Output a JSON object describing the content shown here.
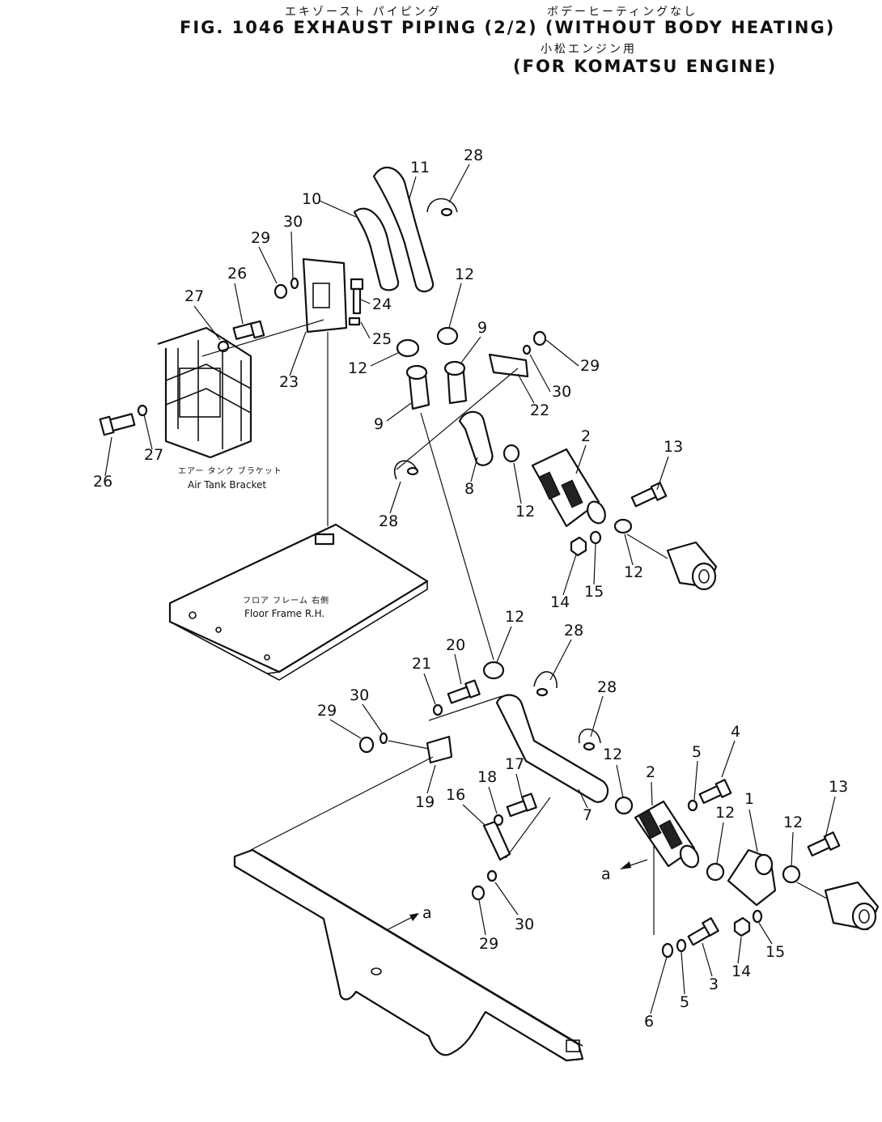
{
  "header": {
    "jp_line1_left": "エキゾースト パイピング",
    "jp_line1_right": "ボデーヒーティングなし",
    "title": "FIG. 1046  EXHAUST PIPING (2/2) (WITHOUT BODY HEATING)",
    "jp_line2": "小松エンジン用",
    "subtitle": "(FOR KOMATSU ENGINE)"
  },
  "labels": {
    "air_tank_bracket_jp": "エアー タンク ブラケット",
    "air_tank_bracket_en": "Air Tank Bracket",
    "floor_frame_jp": "フロア フレーム 右側",
    "floor_frame_en": "Floor Frame R.H."
  },
  "callouts": [
    {
      "id": "c28a",
      "text": "28"
    },
    {
      "id": "c11",
      "text": "11"
    },
    {
      "id": "c10",
      "text": "10"
    },
    {
      "id": "c30a",
      "text": "30"
    },
    {
      "id": "c29a",
      "text": "29"
    },
    {
      "id": "c26a",
      "text": "26"
    },
    {
      "id": "c27a",
      "text": "27"
    },
    {
      "id": "c24",
      "text": "24"
    },
    {
      "id": "c12a",
      "text": "12"
    },
    {
      "id": "c25",
      "text": "25"
    },
    {
      "id": "c9a",
      "text": "9"
    },
    {
      "id": "c12b",
      "text": "12"
    },
    {
      "id": "c29b",
      "text": "29"
    },
    {
      "id": "c23",
      "text": "23"
    },
    {
      "id": "c30b",
      "text": "30"
    },
    {
      "id": "c22",
      "text": "22"
    },
    {
      "id": "c9b",
      "text": "9"
    },
    {
      "id": "c27b",
      "text": "27"
    },
    {
      "id": "c26b",
      "text": "26"
    },
    {
      "id": "c2a",
      "text": "2"
    },
    {
      "id": "c13a",
      "text": "13"
    },
    {
      "id": "c8",
      "text": "8"
    },
    {
      "id": "c12c",
      "text": "12"
    },
    {
      "id": "c28b",
      "text": "28"
    },
    {
      "id": "c12d",
      "text": "12"
    },
    {
      "id": "c14a",
      "text": "14"
    },
    {
      "id": "c15a",
      "text": "15"
    },
    {
      "id": "c12e",
      "text": "12"
    },
    {
      "id": "c28c",
      "text": "28"
    },
    {
      "id": "c20",
      "text": "20"
    },
    {
      "id": "c21",
      "text": "21"
    },
    {
      "id": "c28d",
      "text": "28"
    },
    {
      "id": "c30c",
      "text": "30"
    },
    {
      "id": "c29c",
      "text": "29"
    },
    {
      "id": "c4",
      "text": "4"
    },
    {
      "id": "c5a",
      "text": "5"
    },
    {
      "id": "c12f",
      "text": "12"
    },
    {
      "id": "c2b",
      "text": "2"
    },
    {
      "id": "c17",
      "text": "17"
    },
    {
      "id": "c18",
      "text": "18"
    },
    {
      "id": "c19",
      "text": "19"
    },
    {
      "id": "c16",
      "text": "16"
    },
    {
      "id": "c7",
      "text": "7"
    },
    {
      "id": "c13b",
      "text": "13"
    },
    {
      "id": "c1",
      "text": "1"
    },
    {
      "id": "c12g",
      "text": "12"
    },
    {
      "id": "c12h",
      "text": "12"
    },
    {
      "id": "ca1",
      "text": "a"
    },
    {
      "id": "ca2",
      "text": "a"
    },
    {
      "id": "c30d",
      "text": "30"
    },
    {
      "id": "c29d",
      "text": "29"
    },
    {
      "id": "c15b",
      "text": "15"
    },
    {
      "id": "c14b",
      "text": "14"
    },
    {
      "id": "c3",
      "text": "3"
    },
    {
      "id": "c5b",
      "text": "5"
    },
    {
      "id": "c6",
      "text": "6"
    }
  ]
}
